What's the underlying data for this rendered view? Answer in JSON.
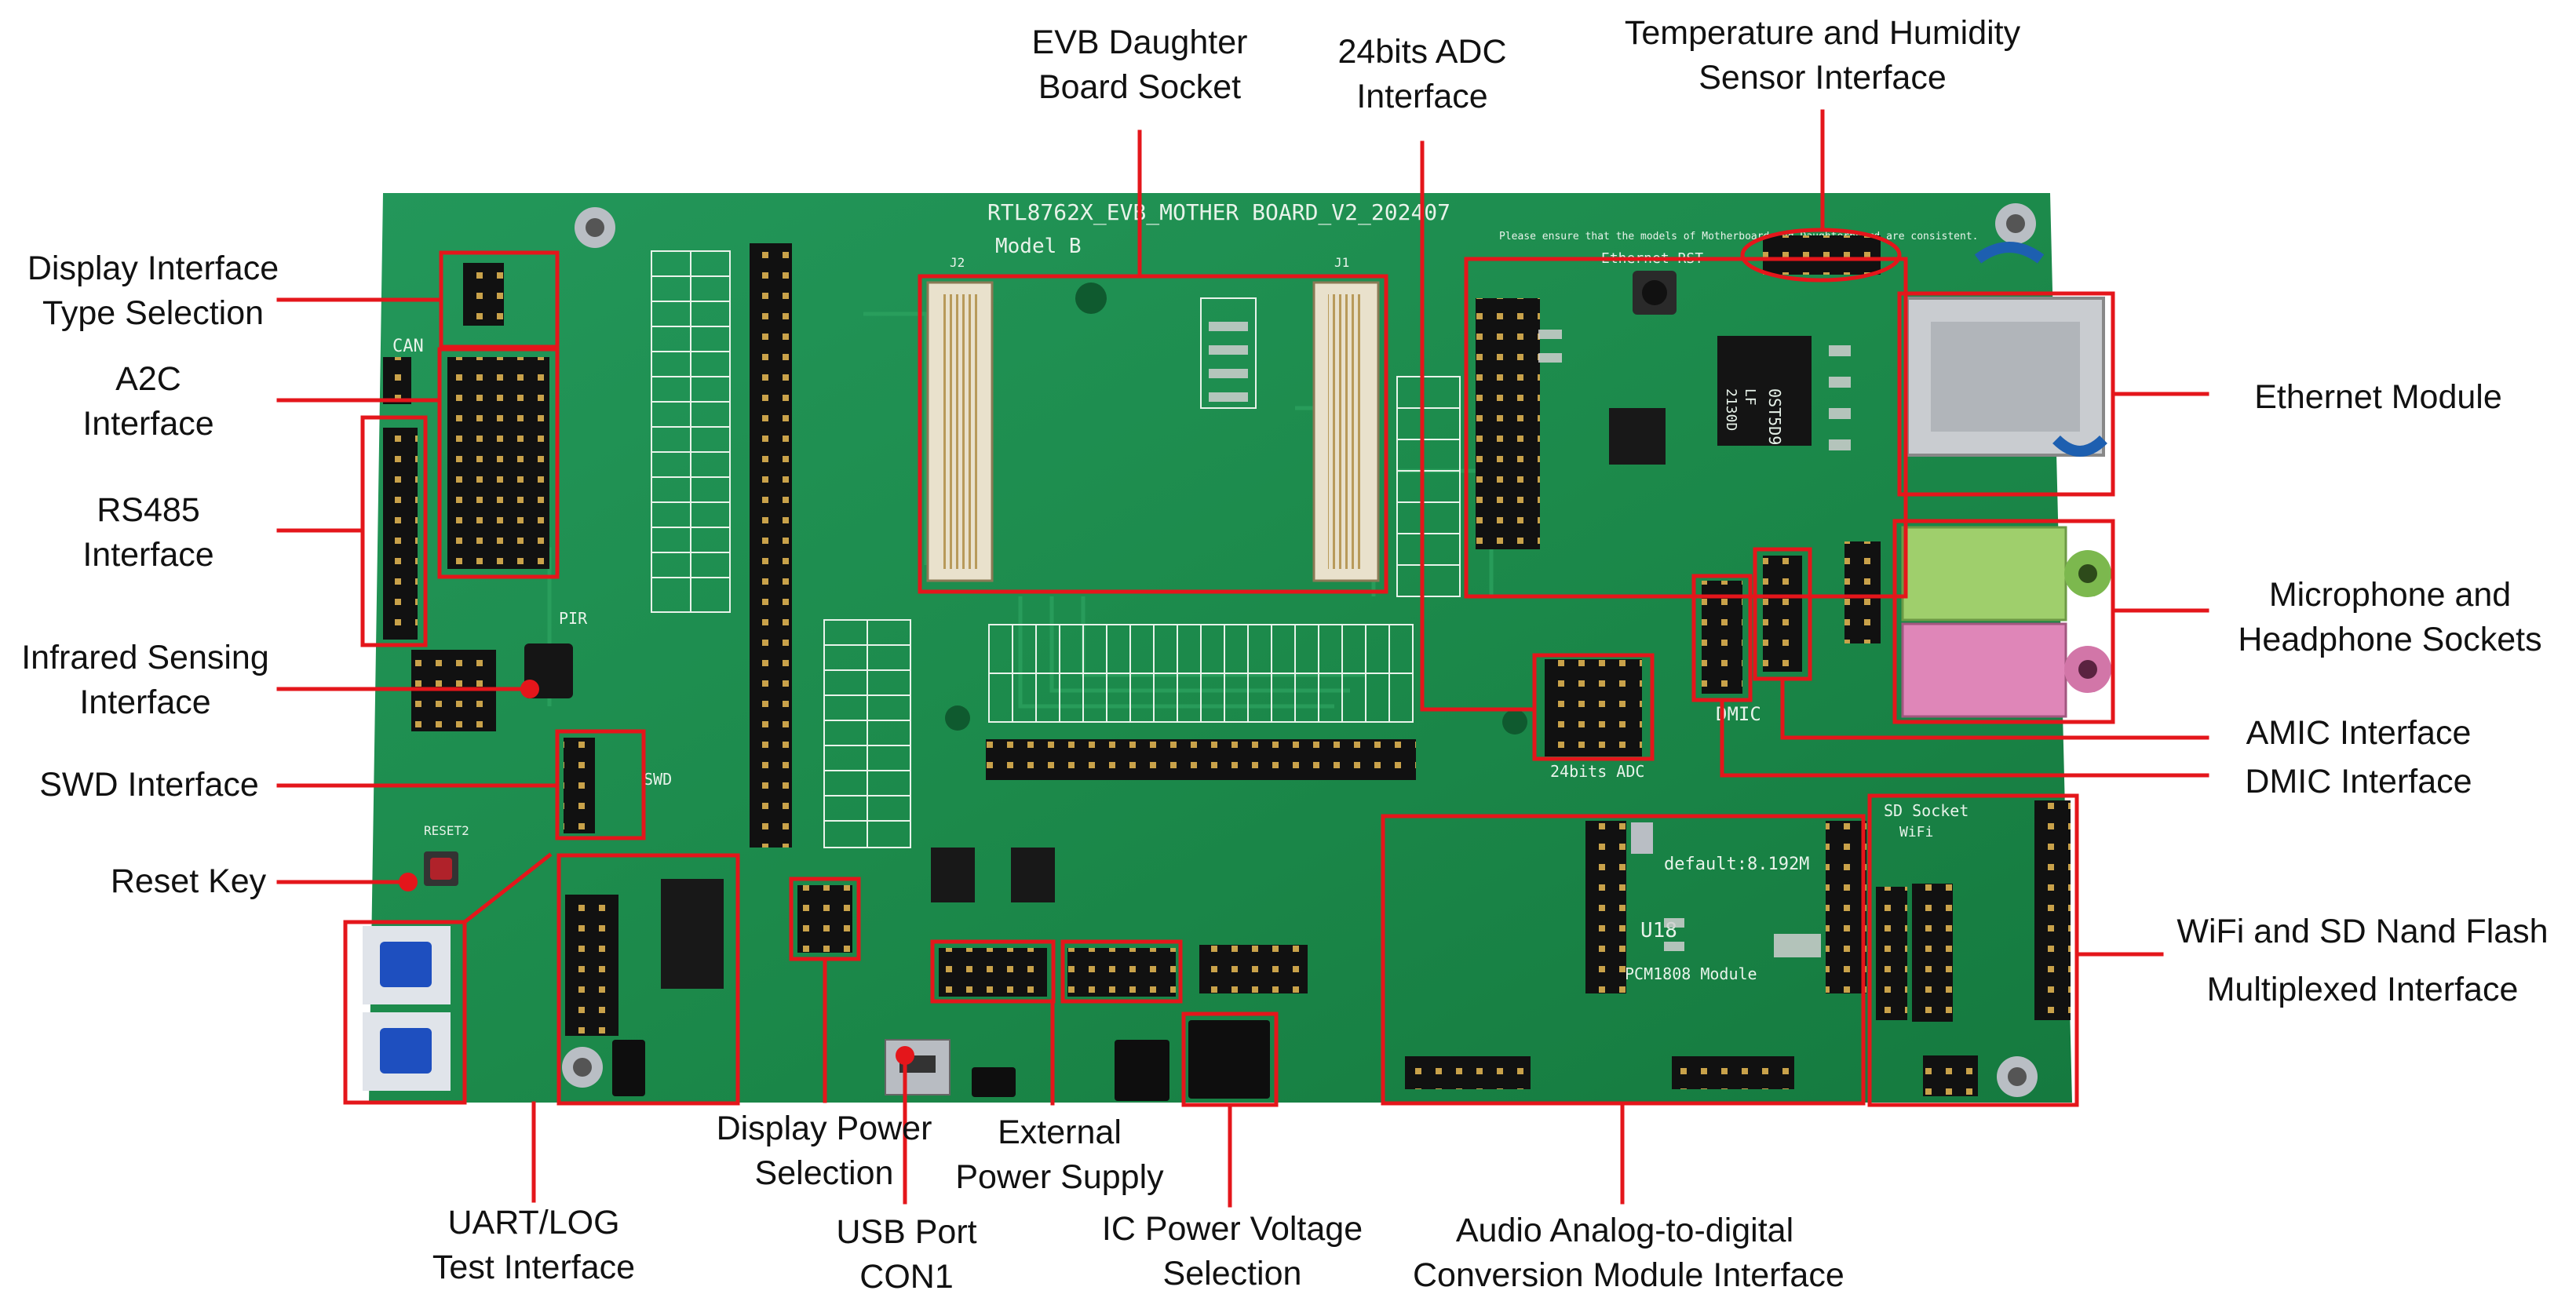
{
  "board": {
    "title": "RTL8762X_EVB_MOTHER BOARD_V2_202407",
    "model": "Model B",
    "notice": "Please ensure that the models of Motherboard and Daughterboard are consistent.",
    "silk": {
      "ethernet_rst": "Ethernet RST",
      "adc": "24bits ADC",
      "dmic": "DMIC",
      "swd": "SWD",
      "reset": "RESET2",
      "sd_socket": "SD Socket",
      "wifi": "WiFi",
      "pcm": "PCM1808 Module",
      "u18": "U18",
      "default_clk": "default:8.192M",
      "pir": "PIR",
      "can": "CAN",
      "j2": "J2",
      "j1": "J1",
      "chip_lines": [
        "0ST5D9",
        "LF",
        "2130D"
      ]
    }
  },
  "labels": {
    "evb_socket": [
      "EVB Daughter",
      "Board Socket"
    ],
    "adc": [
      "24bits ADC",
      "Interface"
    ],
    "temp": [
      "Temperature and Humidity",
      "Sensor Interface"
    ],
    "display_type": [
      "Display Interface",
      "Type Selection"
    ],
    "a2c": [
      "A2C",
      "Interface"
    ],
    "rs485": [
      "RS485",
      "Interface"
    ],
    "infrared": [
      "Infrared Sensing",
      "Interface"
    ],
    "swd": [
      "SWD Interface"
    ],
    "reset": [
      "Reset Key"
    ],
    "ethernet": [
      "Ethernet Module"
    ],
    "mic": [
      "Microphone and",
      "Headphone Sockets"
    ],
    "amic": [
      "AMIC Interface"
    ],
    "dmic": [
      "DMIC Interface"
    ],
    "wifi": [
      "WiFi and SD Nand Flash",
      "Multiplexed Interface"
    ],
    "uart": [
      "UART/LOG",
      "Test Interface"
    ],
    "display_power": [
      "Display Power",
      "Selection"
    ],
    "usb": [
      "USB Port",
      "CON1"
    ],
    "ext_power": [
      "External",
      "Power Supply"
    ],
    "ic_power": [
      "IC Power Voltage",
      "Selection"
    ],
    "audio": [
      "Audio Analog-to-digital",
      "Conversion Module Interface"
    ]
  },
  "colors": {
    "annotation": "#e4161b",
    "pcb": "#1c8a4b",
    "silkscreen": "#e8f3ea"
  }
}
